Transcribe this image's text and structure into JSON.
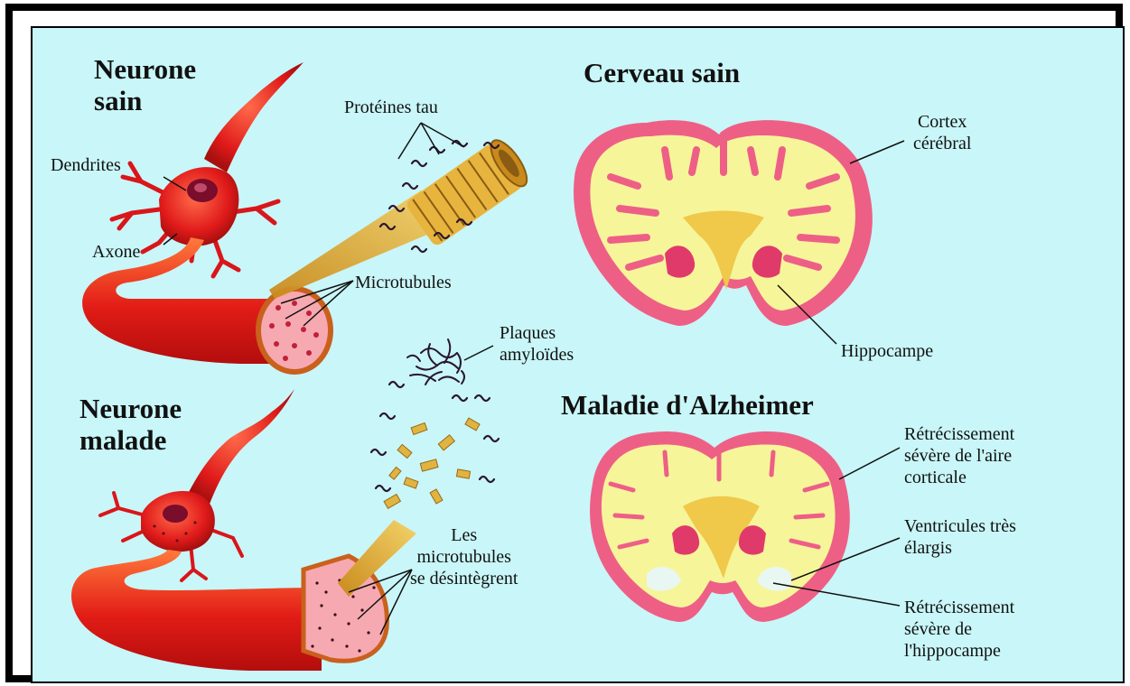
{
  "titles": {
    "healthy_neuron": "Neurone\nsain",
    "sick_neuron": "Neurone\nmalade",
    "healthy_brain": "Cerveau sain",
    "alzheimer_brain": "Maladie d'Alzheimer"
  },
  "labels": {
    "dendrites": "Dendrites",
    "axon": "Axone",
    "tau_proteins": "Protéines tau",
    "microtubules": "Microtubules",
    "amyloid_plaques": "Plaques\namyloïdes",
    "microtubules_disintegrate": "Les\nmicrotubules\nse désintègrent",
    "cortex": "Cortex\ncérébral",
    "hippocampus": "Hippocampe",
    "cortical_shrinkage": "Rétrécissement\nsévère de l'aire\ncorticale",
    "enlarged_ventricles": "Ventricules très\nélargis",
    "hippocampus_shrinkage": "Rétrécissement\nsévère de\nl'hippocampe"
  },
  "colors": {
    "background": "#c9f6f8",
    "neuron_red": "#e01a1a",
    "brain_pink": "#ee5f86",
    "brain_yellow": "#f6f59a",
    "tau_gold": "#e0b441"
  }
}
